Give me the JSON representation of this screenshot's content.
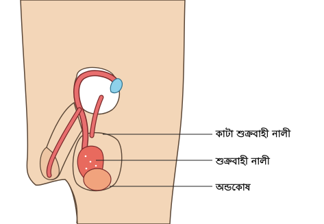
{
  "labels": {
    "cut_vas_deferens": "কাটা শুক্রবাহী নালী",
    "vas_deferens": "শুক্রবাহী নালী",
    "scrotum": "অন্ডকোষ"
  },
  "colors": {
    "skin": "#F3D6B8",
    "skin_outline": "#5A4636",
    "duct": "#E86E6E",
    "duct_outline": "#7A2A2A",
    "testis": "#F1A37D",
    "epididymis": "#E86A5E",
    "cut_end": "#8ED1EA",
    "bladder": "#FFFFFF",
    "leader": "#222222"
  }
}
